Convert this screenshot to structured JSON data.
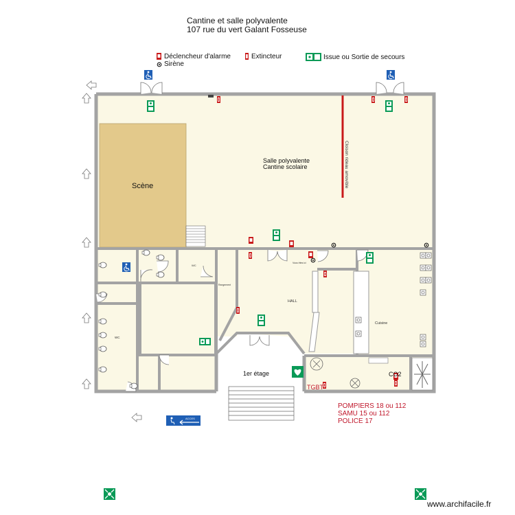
{
  "header": {
    "title_line1": "Cantine et salle polyvalente",
    "title_line2": "107 rue du vert Galant Fosseuse"
  },
  "legend": {
    "alarm": "Déclencheur d'alarme",
    "siren": "Sirène",
    "extinguisher": "Extincteur",
    "exit": "Issue ou Sortie de secours"
  },
  "rooms": {
    "stage": "Scène",
    "hall_line1": "Salle polyvalente",
    "hall_line2": "Cantine scolaire",
    "partition": "Cloison rideau amovible",
    "wc_small": "WC",
    "wc_large": "WC",
    "storage": "Rangement",
    "entrance_hall": "HALL",
    "kitchen": "Cuisine",
    "first_floor": "1er étage",
    "you_are_here": "Vous êtes ici",
    "switchboard": "TGBT",
    "co2": "CO2"
  },
  "emergency": {
    "line1": "POMPIERS 18 ou 112",
    "line2": "SAMU 15 ou 112",
    "line3": "POLICE 17"
  },
  "access_sign": "ACCES",
  "footer": "www.archifacile.fr",
  "colors": {
    "wall": "#a3a3a3",
    "floor": "#fbf8e5",
    "stage": "#e3c98b",
    "partition": "#c91a1a",
    "alarm_red": "#c91a1a",
    "exit_green": "#0a9a57",
    "access_blue": "#1f5fb5"
  }
}
